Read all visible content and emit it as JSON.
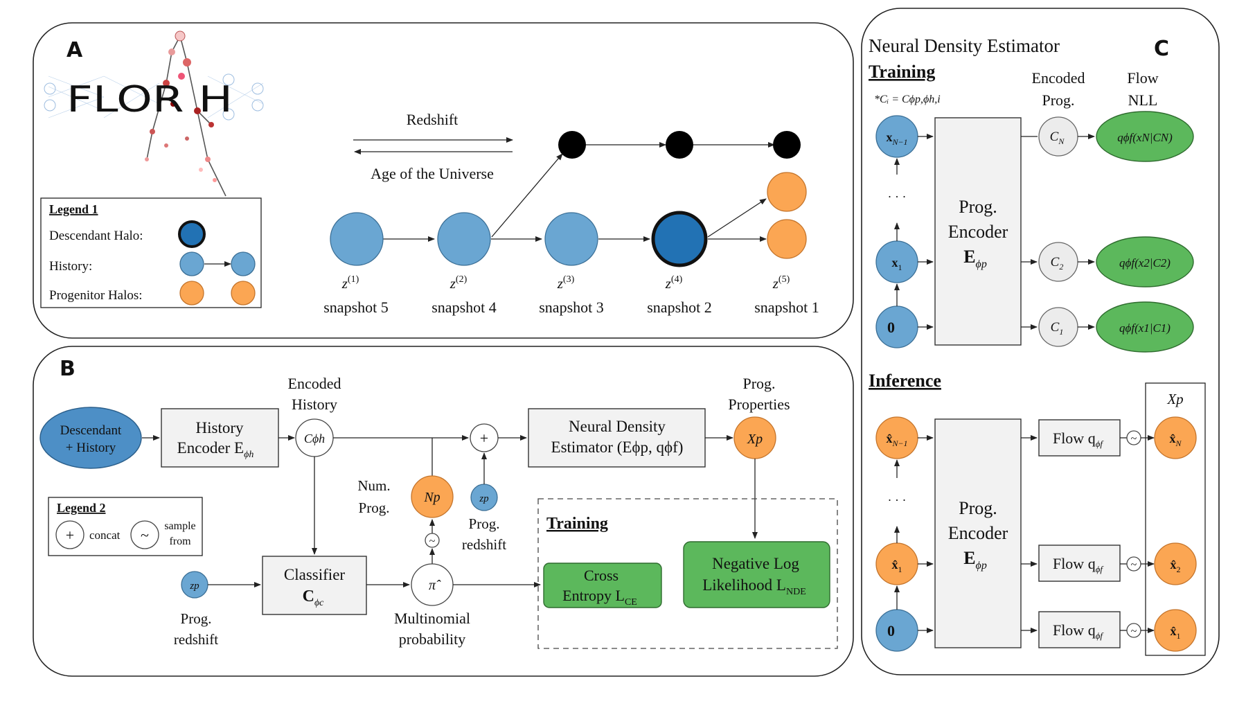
{
  "panelA": {
    "label": "A",
    "logo_text": "FLOR H",
    "arrow_top_label": "Redshift",
    "arrow_bottom_label": "Age of the Universe",
    "legend": {
      "title": "Legend 1",
      "descendant": "Descendant Halo:",
      "history": "History:",
      "progenitor": "Progenitor Halos:"
    },
    "snapshots": [
      {
        "z": "z",
        "sup": "(1)",
        "label": "snapshot 5"
      },
      {
        "z": "z",
        "sup": "(2)",
        "label": "snapshot 4"
      },
      {
        "z": "z",
        "sup": "(3)",
        "label": "snapshot 3"
      },
      {
        "z": "z",
        "sup": "(4)",
        "label": "snapshot 2"
      },
      {
        "z": "z",
        "sup": "(5)",
        "label": "snapshot 1"
      }
    ]
  },
  "panelB": {
    "label": "B",
    "descendant": [
      "Descendant",
      "+ History"
    ],
    "history_encoder": [
      "History",
      "Encoder E"
    ],
    "history_encoder_sub": "ϕh",
    "encoded_history": [
      "Encoded",
      "History"
    ],
    "c_phi": "Cϕh",
    "concat": "+",
    "nde": [
      "Neural Density",
      "Estimator (Eϕp, qϕf)"
    ],
    "prog_properties": [
      "Prog.",
      "Properties"
    ],
    "xp": "Xp",
    "num_prog": [
      "Num.",
      "Prog."
    ],
    "np": "Np",
    "zp": "zp",
    "prog_redshift": [
      "Prog.",
      "redshift"
    ],
    "sample": "~",
    "pi": "π̂",
    "classifier": [
      "Classifier",
      "C"
    ],
    "classifier_sub": "ϕc",
    "multinomial": [
      "Multinomial",
      "probability"
    ],
    "legend": {
      "title": "Legend 2",
      "concat": "concat",
      "sample": [
        "sample",
        "from"
      ]
    },
    "training": "Training",
    "cross_entropy": [
      "Cross",
      "Entropy L"
    ],
    "ce_sub": "CE",
    "nll": [
      "Negative Log",
      "Likelihood L"
    ],
    "nll_sub": "NDE"
  },
  "panelC": {
    "label": "C",
    "title": "Neural Density Estimator",
    "training": "Training",
    "cnote": "*Cᵢ = Cϕp,ϕh,i",
    "encoded_prog": [
      "Encoded",
      "Prog."
    ],
    "flow_nll": [
      "Flow",
      "NLL"
    ],
    "prog_encoder": [
      "Prog.",
      "Encoder",
      "E"
    ],
    "prog_encoder_sub": "ϕp",
    "train_inputs": [
      "x",
      "x",
      "0⃗"
    ],
    "train_input_subs": [
      "N−1",
      "1",
      ""
    ],
    "train_cs": [
      "C",
      "C",
      "C"
    ],
    "train_c_subs": [
      "N",
      "2",
      "1"
    ],
    "train_outputs": [
      "qϕf(xN|CN)",
      "qϕf(x2|C2)",
      "qϕf(x1|C1)"
    ],
    "ellipsis": "· · ·",
    "inference": "Inference",
    "xp_label": "Xp",
    "infer_inputs": [
      "x̂",
      "x̂",
      "0⃗"
    ],
    "infer_input_subs": [
      "N−1",
      "1",
      ""
    ],
    "flow_label": "Flow q",
    "flow_sub": "ϕf",
    "infer_outputs": [
      "x̂",
      "x̂",
      "x̂"
    ],
    "infer_output_subs": [
      "N",
      "2",
      "1"
    ]
  },
  "colors": {
    "blue": "#6aa6d2",
    "dark_blue": "#2272b4",
    "orange": "#fba653",
    "green": "#5cb85c",
    "box": "#f2f2f2"
  }
}
